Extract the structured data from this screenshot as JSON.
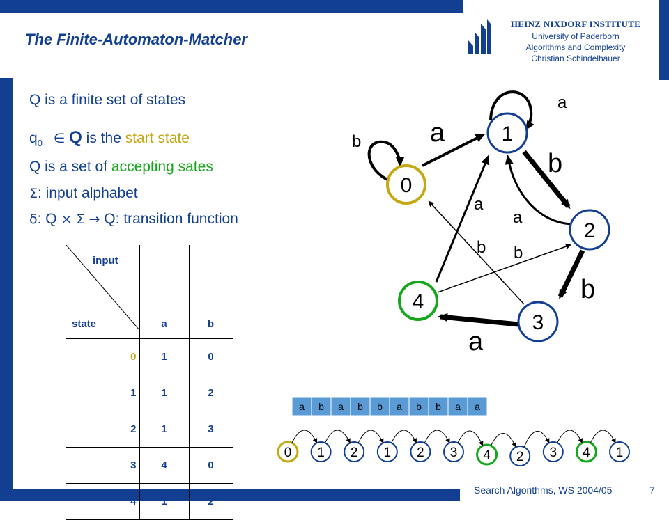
{
  "header": {
    "title": "The Finite-Automaton-Matcher",
    "institute_lines": [
      "HEINZ NIXDORF INSTITUTE",
      "University of Paderborn",
      "Algorithms and Complexity",
      "Christian Schindelhauer"
    ]
  },
  "definitions": {
    "line1": {
      "a": "Q is a finite set of ",
      "b": "states"
    },
    "line2": {
      "a": "q",
      "sub": "0",
      "sym": "∈",
      "q": "Q",
      "b": " is the ",
      "c": "start state"
    },
    "line3": {
      "a": "Q is a set of ",
      "b": "accepting sates"
    },
    "line4": {
      "sym": "Σ",
      "a": ": input alphabet"
    },
    "line5": {
      "sym": "δ",
      "a": ": Q ",
      "times": "×",
      "sig": " Σ ",
      "arr": "→",
      "b": " Q: transition function"
    }
  },
  "table": {
    "header_input": "input",
    "header_state": "state",
    "col_a": "a",
    "col_b": "b",
    "rows": [
      {
        "state": "0",
        "a": "1",
        "b": "0"
      },
      {
        "state": "1",
        "a": "1",
        "b": "2"
      },
      {
        "state": "2",
        "a": "1",
        "b": "3"
      },
      {
        "state": "3",
        "a": "4",
        "b": "0"
      },
      {
        "state": "4",
        "a": "1",
        "b": "2"
      }
    ]
  },
  "automaton": {
    "colors": {
      "normal": "#123f91",
      "start": "#c5a812",
      "accept": "#16a81c"
    },
    "states": [
      {
        "id": "0",
        "label": "0",
        "kind": "start"
      },
      {
        "id": "1",
        "label": "1",
        "kind": "normal"
      },
      {
        "id": "2",
        "label": "2",
        "kind": "normal"
      },
      {
        "id": "3",
        "label": "3",
        "kind": "normal"
      },
      {
        "id": "4",
        "label": "4",
        "kind": "accept"
      }
    ],
    "edge_labels": {
      "loop0": "b",
      "loop1": "a",
      "e01": "a",
      "e12": "b",
      "e21": "a",
      "e23": "b",
      "e34": "a",
      "e30": "b",
      "e41": "a",
      "e42": "b"
    }
  },
  "run": {
    "input": [
      "a",
      "b",
      "a",
      "b",
      "b",
      "a",
      "b",
      "b",
      "a",
      "a"
    ],
    "states": [
      {
        "label": "0",
        "kind": "start"
      },
      {
        "label": "1",
        "kind": "normal"
      },
      {
        "label": "2",
        "kind": "normal"
      },
      {
        "label": "1",
        "kind": "normal"
      },
      {
        "label": "2",
        "kind": "normal"
      },
      {
        "label": "3",
        "kind": "normal"
      },
      {
        "label": "4",
        "kind": "accept"
      },
      {
        "label": "2",
        "kind": "normal"
      },
      {
        "label": "3",
        "kind": "normal"
      },
      {
        "label": "4",
        "kind": "accept"
      },
      {
        "label": "1",
        "kind": "normal"
      }
    ]
  },
  "footer": {
    "text": "Search Algorithms, WS 2004/05",
    "page": "7"
  }
}
